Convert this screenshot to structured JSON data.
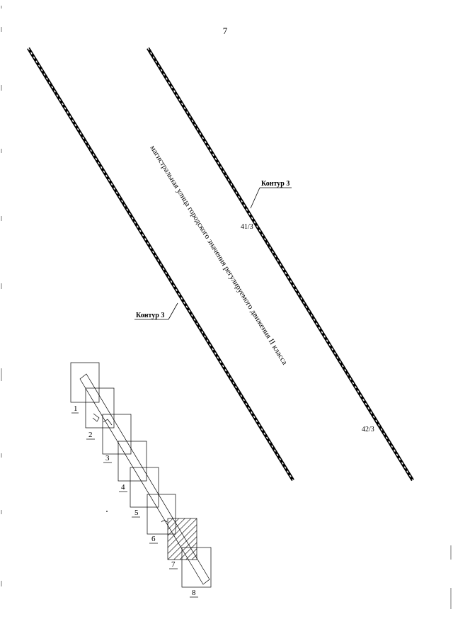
{
  "page": {
    "number": "7"
  },
  "boundary_lines": [
    {
      "label": "Контур 3",
      "marker": ""
    },
    {
      "label": "Контур 3",
      "marker": "41/3"
    },
    {
      "label": "",
      "marker": "42/3"
    }
  ],
  "street_label": "магистральная улица городского значения регулируемого движения II класса",
  "index_map": {
    "sheets": [
      "1",
      "2",
      "3",
      "4",
      "5",
      "6",
      "7",
      "8"
    ],
    "highlighted_sheet": "7"
  }
}
